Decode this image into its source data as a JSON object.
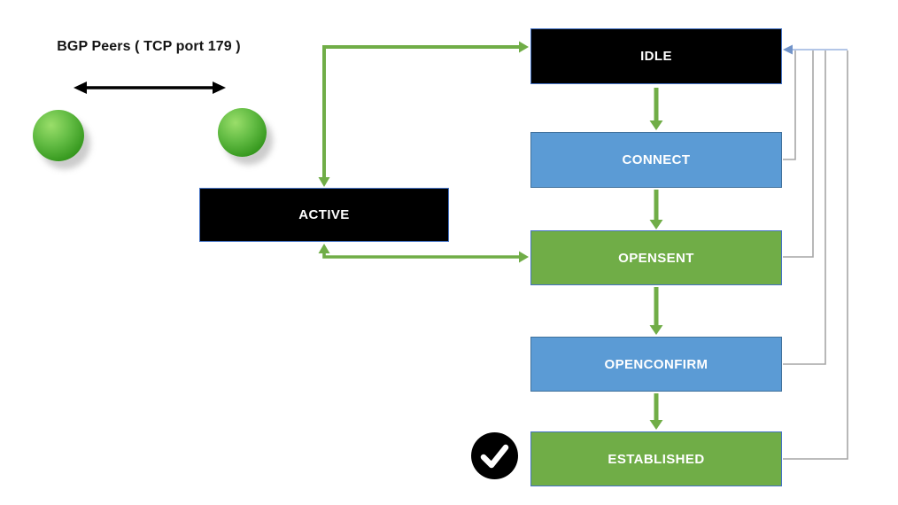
{
  "diagram": {
    "title": "BGP finite state machine with two BGP peers",
    "peers_label": "BGP Peers ( TCP port 179 )"
  },
  "states": [
    {
      "label": "IDLE",
      "style": "black"
    },
    {
      "label": "CONNECT",
      "style": "blue"
    },
    {
      "label": "OPENSENT",
      "style": "green"
    },
    {
      "label": "OPENCONFIRM",
      "style": "blue"
    },
    {
      "label": "ESTABLISHED",
      "style": "green"
    },
    {
      "label": "ACTIVE",
      "style": "black"
    }
  ],
  "transitions": [
    {
      "from": "IDLE",
      "to": "CONNECT",
      "type": "forward",
      "color": "green"
    },
    {
      "from": "CONNECT",
      "to": "OPENSENT",
      "type": "forward",
      "color": "green"
    },
    {
      "from": "OPENSENT",
      "to": "OPENCONFIRM",
      "type": "forward",
      "color": "green"
    },
    {
      "from": "OPENCONFIRM",
      "to": "ESTABLISHED",
      "type": "forward",
      "color": "green"
    },
    {
      "from": "ACTIVE",
      "to": "IDLE",
      "type": "bidirectional",
      "color": "green"
    },
    {
      "from": "ACTIVE",
      "to": "OPENSENT",
      "type": "bidirectional",
      "color": "green"
    },
    {
      "from": "CONNECT",
      "to": "IDLE",
      "type": "return",
      "color": "gray"
    },
    {
      "from": "OPENSENT",
      "to": "IDLE",
      "type": "return",
      "color": "gray"
    },
    {
      "from": "OPENCONFIRM",
      "to": "IDLE",
      "type": "return",
      "color": "gray"
    },
    {
      "from": "ESTABLISHED",
      "to": "IDLE",
      "type": "return",
      "color": "gray"
    }
  ],
  "icons": {
    "peer_left": "green-sphere-icon",
    "peer_right": "green-sphere-icon",
    "peers_link": "double-headed-arrow-icon",
    "established_badge": "check-icon"
  },
  "colors": {
    "state_black": "#000000",
    "state_blue": "#5B9BD5",
    "state_green": "#70AD47",
    "box_border_blue": "#4472C4",
    "box_border_blue_dark": "#41719C",
    "arrow_green": "#70AD47",
    "return_line_gray": "#A6A6A6",
    "idle_return_line": "#B3C6E7",
    "idle_return_arrowhead": "#7193C9",
    "peer_arrow": "#000000",
    "check_circle": "#000000",
    "check_mark": "#FFFFFF",
    "sphere_green": "#3FA62E",
    "background": "#FFFFFF"
  }
}
